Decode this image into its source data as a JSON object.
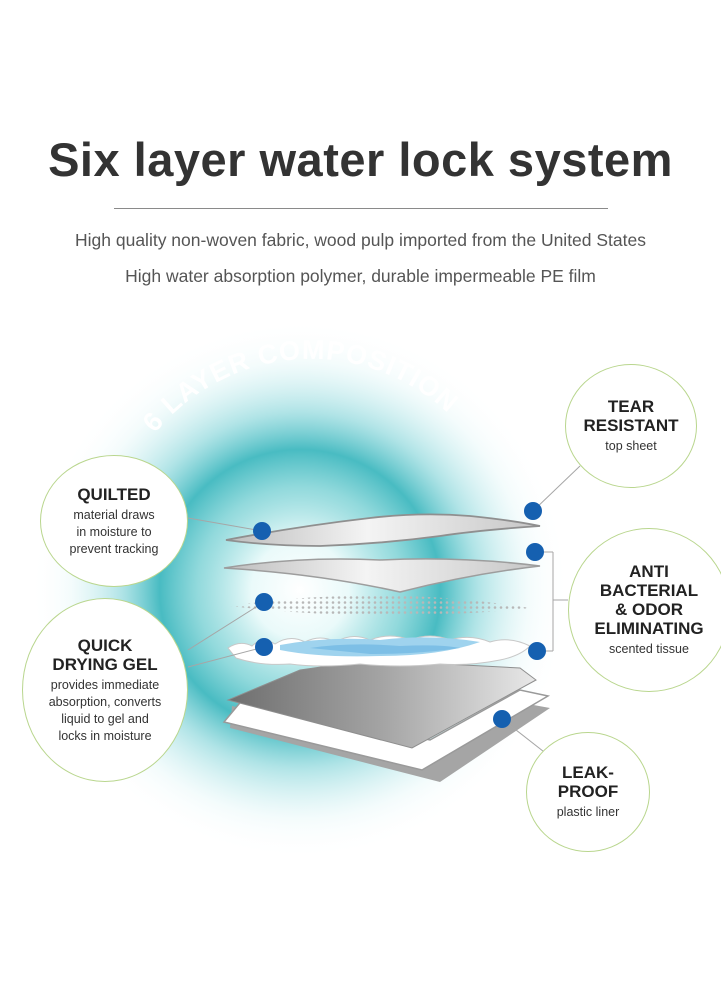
{
  "header": {
    "title": "Six layer water lock system",
    "subtitle_line1": "High quality non-woven fabric, wood pulp imported from the United States",
    "subtitle_line2": "High water absorption polymer, durable impermeable PE film"
  },
  "diagram": {
    "arc_title": "6 LAYER COMPOSITION",
    "callouts": [
      {
        "id": "quilted",
        "heading": [
          "QUILTED"
        ],
        "desc": [
          "material draws",
          "in moisture to",
          "prevent tracking"
        ]
      },
      {
        "id": "gel",
        "heading": [
          "QUICK",
          "DRYING GEL"
        ],
        "desc": [
          "provides immediate",
          "absorption, converts",
          "liquid to gel and",
          "locks in moisture"
        ]
      },
      {
        "id": "tear",
        "heading": [
          "TEAR",
          "RESISTANT"
        ],
        "desc": [
          "top sheet"
        ]
      },
      {
        "id": "anti",
        "heading": [
          "ANTI",
          "BACTERIAL",
          "& ODOR",
          "ELIMINATING"
        ],
        "desc": [
          "scented tissue"
        ]
      },
      {
        "id": "leak",
        "heading": [
          "LEAK-",
          "PROOF"
        ],
        "desc": [
          "plastic liner"
        ]
      }
    ],
    "colors": {
      "glow": "#3fb8bf",
      "dot": "#1560b0",
      "callout_border": "#b9d68e",
      "arc_text": "#ffffff",
      "gel_blue": "#9fd3ee"
    }
  }
}
